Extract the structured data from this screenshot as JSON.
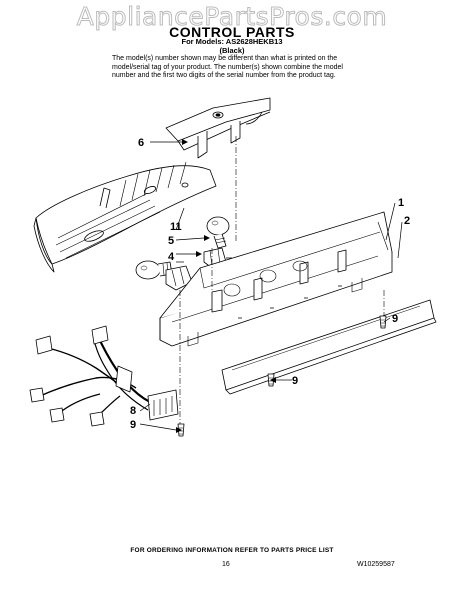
{
  "watermark": "AppliancePartsPros.com",
  "header": {
    "title": "CONTROL PARTS",
    "models_line": "For Models: AS2628HEKB13",
    "color_line": "(Black)",
    "note": "The model(s) number shown may be different than what is printed on the model/serial tag of your product. The number(s) shown combine the model number and the first two digits of the serial number from the product tag."
  },
  "callouts": {
    "c1": "1",
    "c2": "2",
    "c4": "4",
    "c5": "5",
    "c6": "6",
    "c8": "8",
    "c9a": "9",
    "c9b": "9",
    "c9c": "9",
    "c11": "11"
  },
  "footer": {
    "ordering_info": "FOR ORDERING INFORMATION REFER TO PARTS PRICE LIST",
    "page_number": "16",
    "doc_number": "W10259587"
  }
}
